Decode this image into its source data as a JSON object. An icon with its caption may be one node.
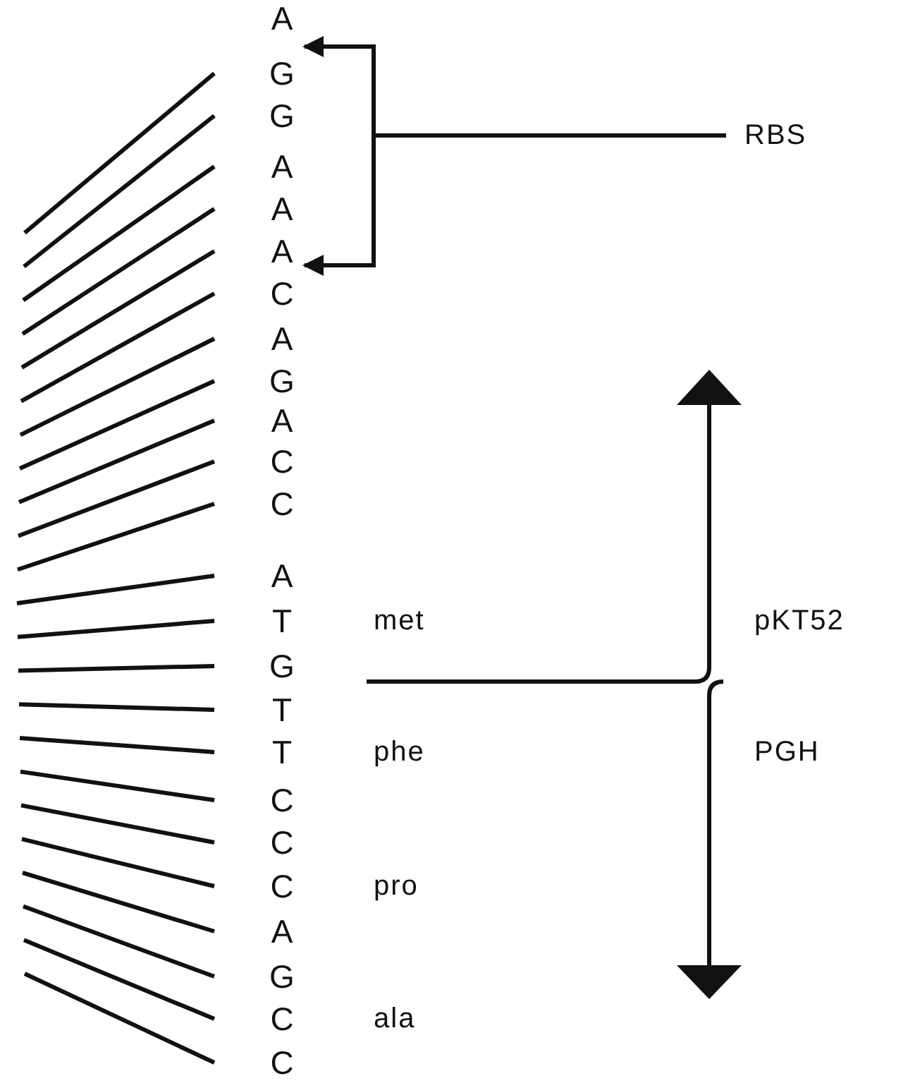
{
  "diagram": {
    "nodes": [
      {
        "text": [
          "A"
        ]
      },
      {
        "text": [
          "G"
        ]
      },
      {
        "text": [
          "G"
        ]
      },
      {
        "text": [
          "A"
        ]
      },
      {
        "text": [
          "A"
        ]
      },
      {
        "text": [
          "A"
        ]
      },
      {
        "text": [
          "C"
        ]
      },
      {
        "text": [
          "A"
        ]
      },
      {
        "text": [
          "G"
        ]
      },
      {
        "text": [
          "A"
        ]
      },
      {
        "text": [
          "C"
        ]
      },
      {
        "text": [
          "C"
        ]
      },
      {
        "text": [
          "A"
        ]
      },
      {
        "text": [
          "T"
        ]
      },
      {
        "text": [
          "G"
        ]
      },
      {
        "text": [
          "T"
        ]
      },
      {
        "text": [
          "T"
        ]
      },
      {
        "text": [
          "C"
        ]
      },
      {
        "text": [
          "C"
        ]
      },
      {
        "text": [
          "C"
        ]
      },
      {
        "text": [
          "A"
        ]
      },
      {
        "text": [
          "G"
        ]
      },
      {
        "text": [
          "C"
        ]
      },
      {
        "text": [
          "C"
        ]
      },
      {
        "text": [
          "RBS"
        ]
      }
    ],
    "edges": [
      {
        "from": 24,
        "to": 0,
        "arrow": "to"
      },
      {
        "from": 24,
        "to": 5,
        "arrow": "to"
      }
    ],
    "labels": [
      "met",
      "pKT52",
      "phe",
      "PGH",
      "pro",
      "ala"
    ]
  }
}
